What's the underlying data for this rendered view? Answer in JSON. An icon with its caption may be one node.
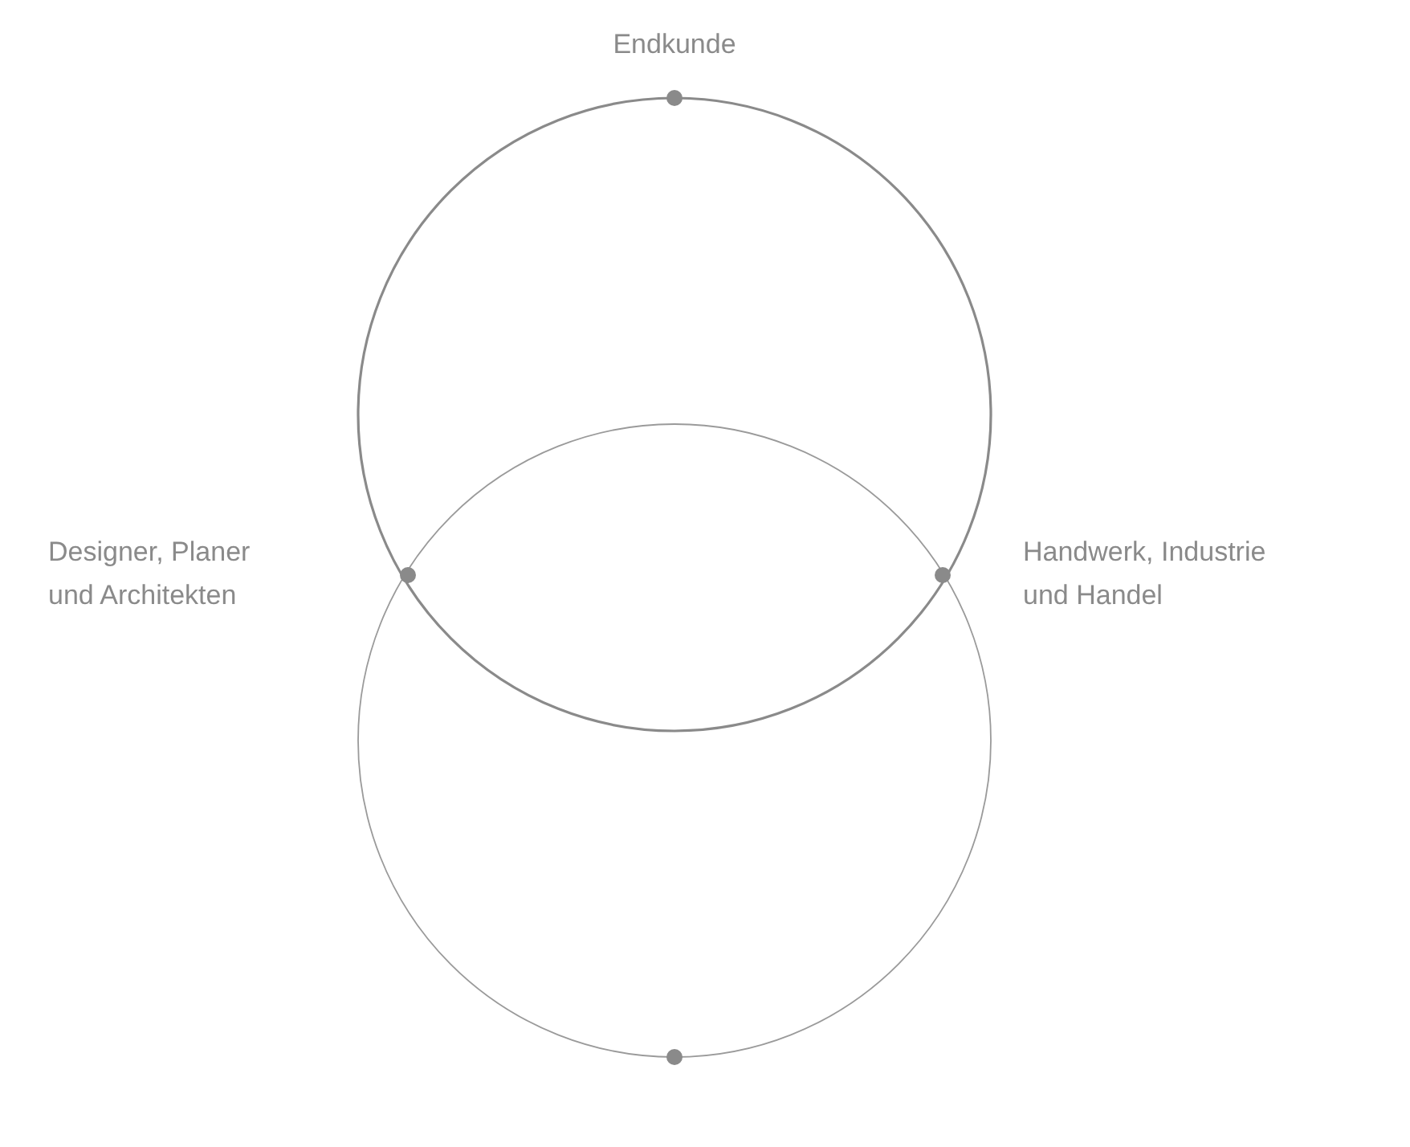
{
  "diagram": {
    "labels": [
      "Endkunde",
      "Designer, Planer und Architekten",
      "Handwerk, Industrie und Handel"
    ]
  }
}
